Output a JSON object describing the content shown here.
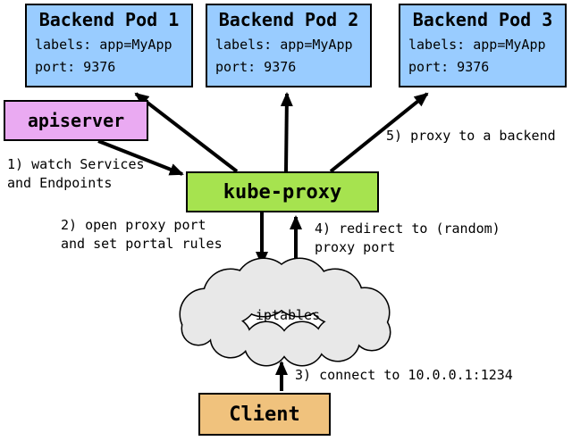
{
  "diagram": {
    "pods": [
      {
        "title": "Backend Pod 1",
        "labels": "labels: app=MyApp",
        "port": "port: 9376"
      },
      {
        "title": "Backend Pod 2",
        "labels": "labels: app=MyApp",
        "port": "port: 9376"
      },
      {
        "title": "Backend Pod 3",
        "labels": "labels: app=MyApp",
        "port": "port: 9376"
      }
    ],
    "apiserver_label": "apiserver",
    "kubeproxy_label": "kube-proxy",
    "iptables_label": "iptables",
    "client_label": "Client",
    "steps": {
      "step1": "1) watch Services\nand Endpoints",
      "step2": "2) open proxy port\nand set portal rules",
      "step3": "3) connect to 10.0.0.1:1234",
      "step4": "4) redirect to (random)\nproxy port",
      "step5": "5) proxy to a backend"
    },
    "colors": {
      "pod_fill": "#99ccff",
      "apiserver_fill": "#eaaaf2",
      "kubeproxy_fill": "#a6e34f",
      "client_fill": "#f0c27d",
      "cloud_fill": "#e8e8e8",
      "border": "#000000"
    }
  }
}
